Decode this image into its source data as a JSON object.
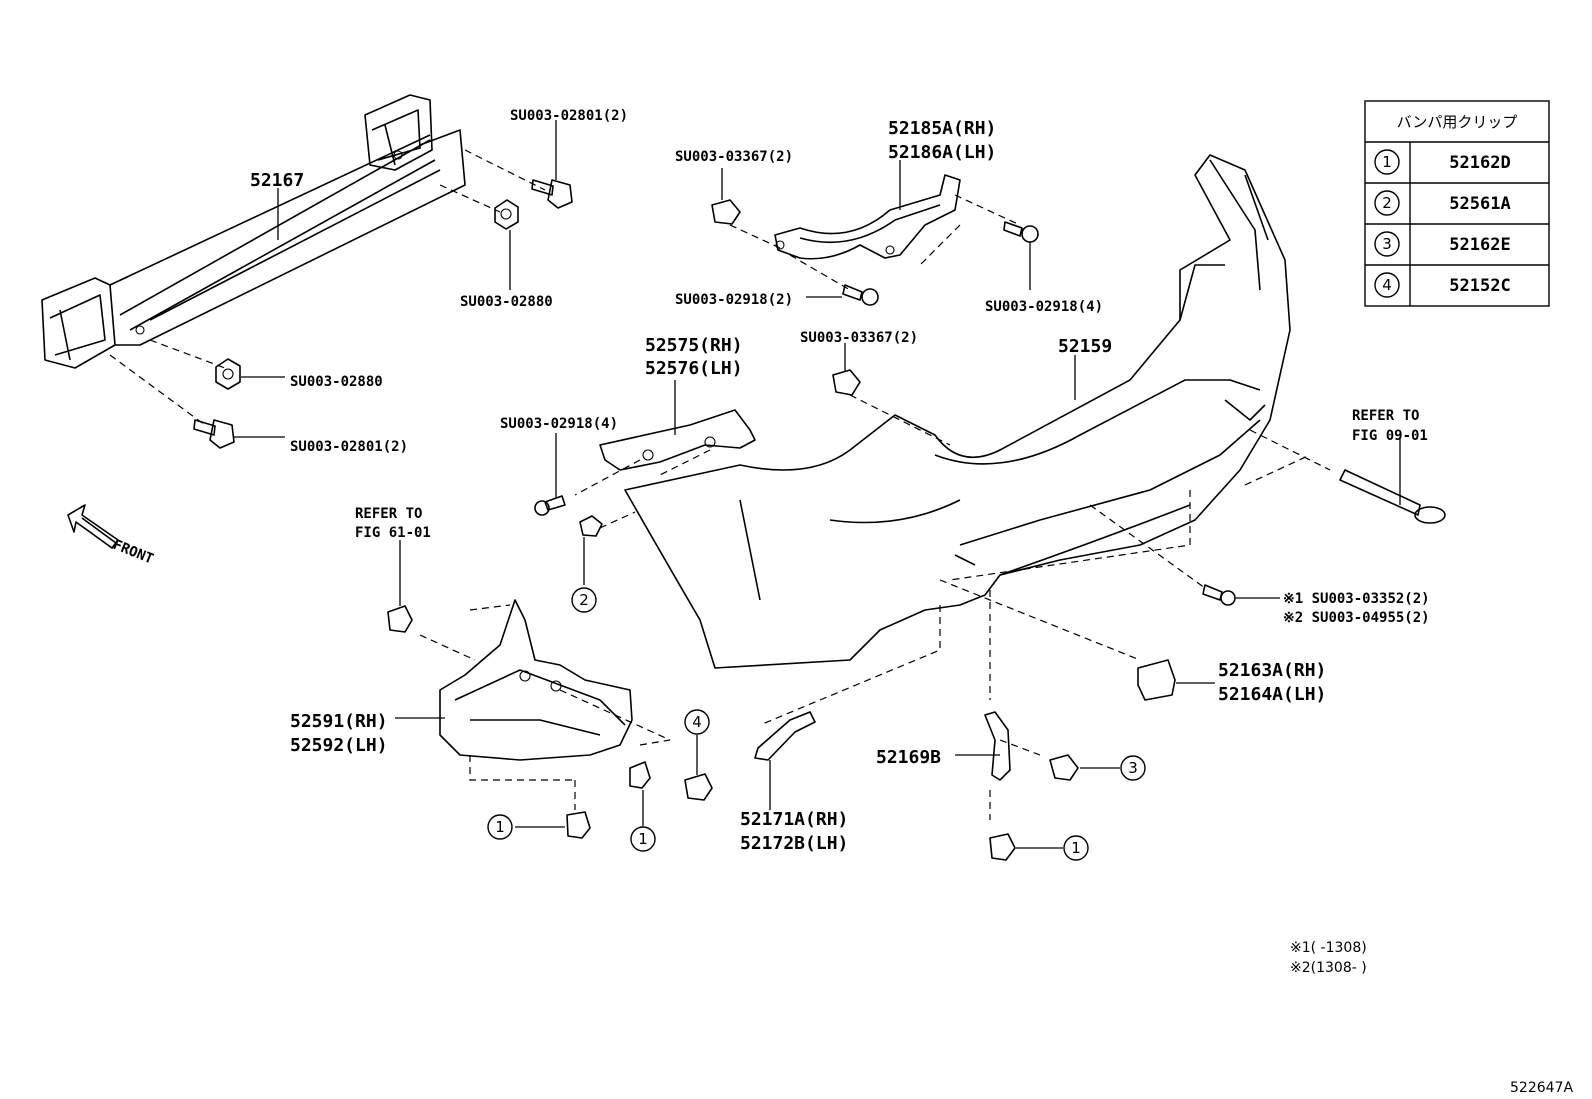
{
  "labels": {
    "p52167": "52167",
    "su_02801_a": "SU003-02801(2)",
    "su_02880_a": "SU003-02880",
    "su_02880_b": "SU003-02880",
    "su_02801_b": "SU003-02801(2)",
    "su_03367_a": "SU003-03367(2)",
    "p52185a": "52185A(RH)",
    "p52186a": "52186A(LH)",
    "su_02918_a": "SU003-02918(2)",
    "su_02918_b": "SU003-02918(4)",
    "su_03367_b": "SU003-03367(2)",
    "p52159": "52159",
    "p52575": "52575(RH)",
    "p52576": "52576(LH)",
    "su_02918_c": "SU003-02918(4)",
    "refer_09_a": "REFER TO",
    "refer_09_b": "FIG 09-01",
    "refer_61_a": "REFER TO",
    "refer_61_b": "FIG 61-01",
    "front": "FRONT",
    "su_03352": "※1 SU003-03352(2)",
    "su_04955": "※2 SU003-04955(2)",
    "p52163a": "52163A(RH)",
    "p52164a": "52164A(LH)",
    "p52591": "52591(RH)",
    "p52592": "52592(LH)",
    "p52169b": "52169B",
    "p52171a": "52171A(RH)",
    "p52172b": "52172B(LH)",
    "note1": "※1(     -1308)",
    "note2": "※2(1308-     )",
    "figure_code": "522647A"
  },
  "clip_table": {
    "header": "バンパ用クリップ",
    "rows": [
      {
        "mark": "1",
        "part": "52162D"
      },
      {
        "mark": "2",
        "part": "52561A"
      },
      {
        "mark": "3",
        "part": "52162E"
      },
      {
        "mark": "4",
        "part": "52152C"
      }
    ]
  },
  "callouts": {
    "c2": "2",
    "c4": "4",
    "c1a": "1",
    "c1b": "1",
    "c3": "3",
    "c1c": "1"
  }
}
